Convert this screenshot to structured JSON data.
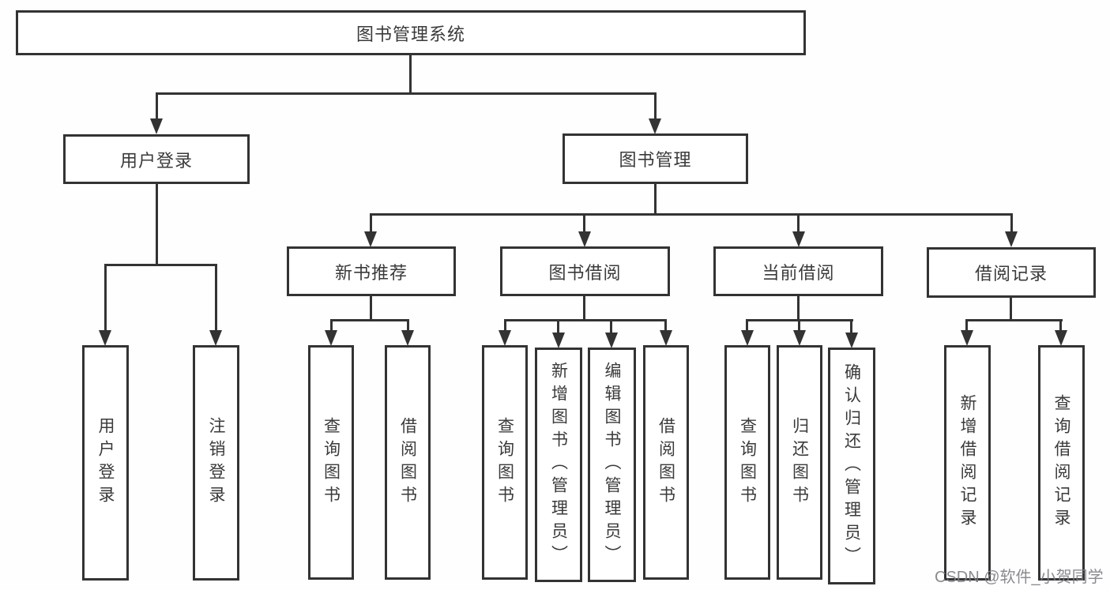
{
  "diagram": {
    "type": "tree",
    "title": "图书管理系统",
    "watermark": "CSDN @软件_小贺同学",
    "colors": {
      "line": "#333333",
      "box_background": "#ffffff",
      "text": "#3a3a3a",
      "watermark": "#8d8d95"
    },
    "tree": {
      "label": "图书管理系统",
      "children": [
        {
          "label": "用户登录",
          "children": [
            {
              "label": "用户登录"
            },
            {
              "label": "注销登录"
            }
          ]
        },
        {
          "label": "图书管理",
          "children": [
            {
              "label": "新书推荐",
              "children": [
                {
                  "label": "查询图书"
                },
                {
                  "label": "借阅图书"
                }
              ]
            },
            {
              "label": "图书借阅",
              "children": [
                {
                  "label": "查询图书"
                },
                {
                  "label": "新增图书（管理员）"
                },
                {
                  "label": "编辑图书（管理员）"
                },
                {
                  "label": "借阅图书"
                }
              ]
            },
            {
              "label": "当前借阅",
              "children": [
                {
                  "label": "查询图书"
                },
                {
                  "label": "归还图书"
                },
                {
                  "label": "确认归还（管理员）"
                }
              ]
            },
            {
              "label": "借阅记录",
              "children": [
                {
                  "label": "新增借阅记录"
                },
                {
                  "label": "查询借阅记录"
                }
              ]
            }
          ]
        }
      ]
    }
  }
}
